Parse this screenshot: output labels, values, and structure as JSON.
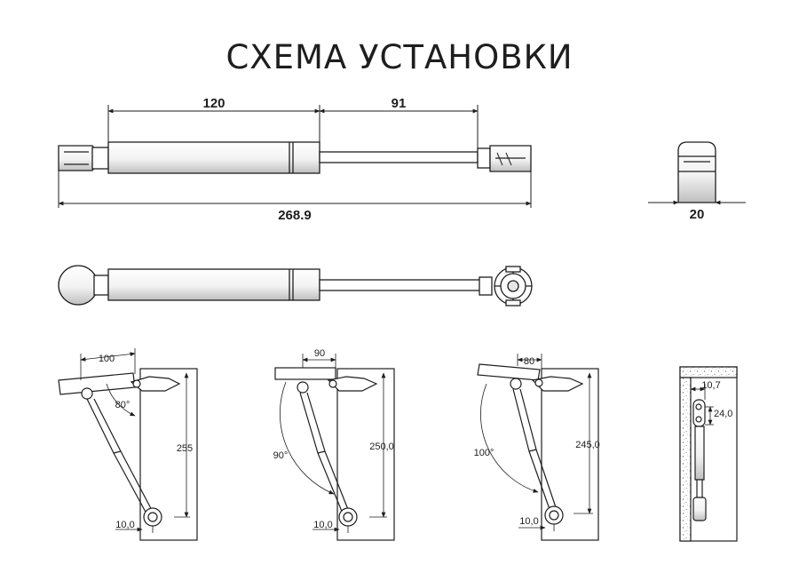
{
  "title": "СХЕМА УСТАНОВКИ",
  "dimensions": {
    "body_length": "120",
    "rod_length": "91",
    "total_length": "268.9",
    "end_width": "20"
  },
  "installations": [
    {
      "offset": "100",
      "angle": "80°",
      "height": "255",
      "bottom": "10,0"
    },
    {
      "offset": "90",
      "angle": "90°",
      "height": "250,0",
      "bottom": "10,0"
    },
    {
      "offset": "80",
      "angle": "100°",
      "height": "245,0",
      "bottom": "10,0"
    }
  ],
  "wall_mount": {
    "horizontal": "10,7",
    "vertical": "24,0"
  },
  "colors": {
    "line": "#1e1e1e",
    "fill": "#ffffff",
    "shade": "#cfcfcf"
  }
}
